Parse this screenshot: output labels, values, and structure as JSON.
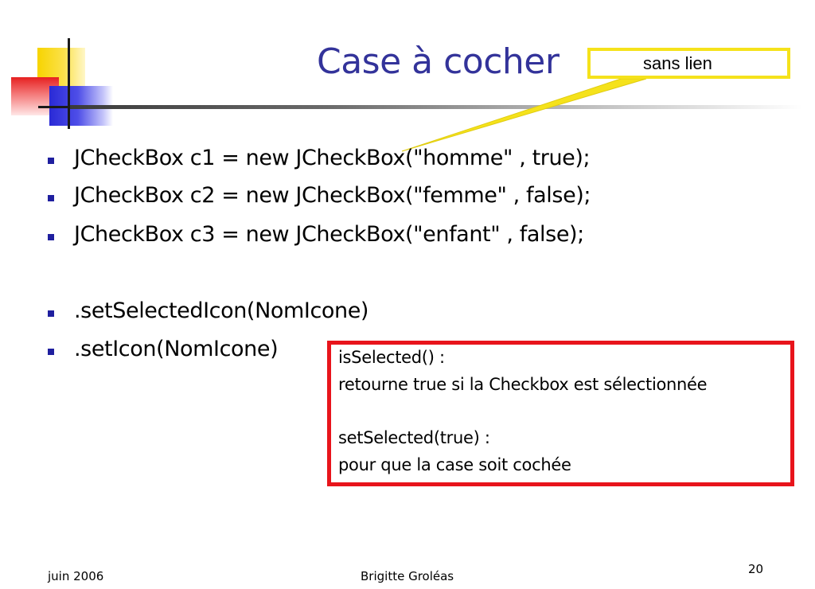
{
  "slide": {
    "title": "Case à cocher",
    "callout": {
      "label": "sans lien",
      "border_color": "#f5e21b"
    },
    "bullets": [
      {
        "text": "JCheckBox c1 = new JCheckBox(\"homme\" , true);"
      },
      {
        "text": "JCheckBox c2 = new JCheckBox(\"femme\" , false);"
      },
      {
        "text": "JCheckBox c3 = new JCheckBox(\"enfant\" , false);"
      },
      {
        "text": ".setSelectedIcon(NomIcone)"
      },
      {
        "text": ".setIcon(NomIcone)"
      }
    ],
    "note": {
      "lines": [
        "isSelected() :",
        "retourne true si la Checkbox est sélectionnée",
        "setSelected(true) :",
        "pour que la case soit cochée"
      ],
      "border_color": "#e8141b"
    },
    "footer": {
      "date": "juin 2006",
      "author": "Brigitte Groléas",
      "page_number": "20"
    },
    "colors": {
      "title": "#33339a",
      "bullet": "#1f1f9f",
      "logo_yellow": "#f7d400",
      "logo_red": "#e62020",
      "logo_blue": "#2a2ad6"
    },
    "icons": [
      "square-bullet-icon",
      "slide-logo-icon"
    ]
  }
}
